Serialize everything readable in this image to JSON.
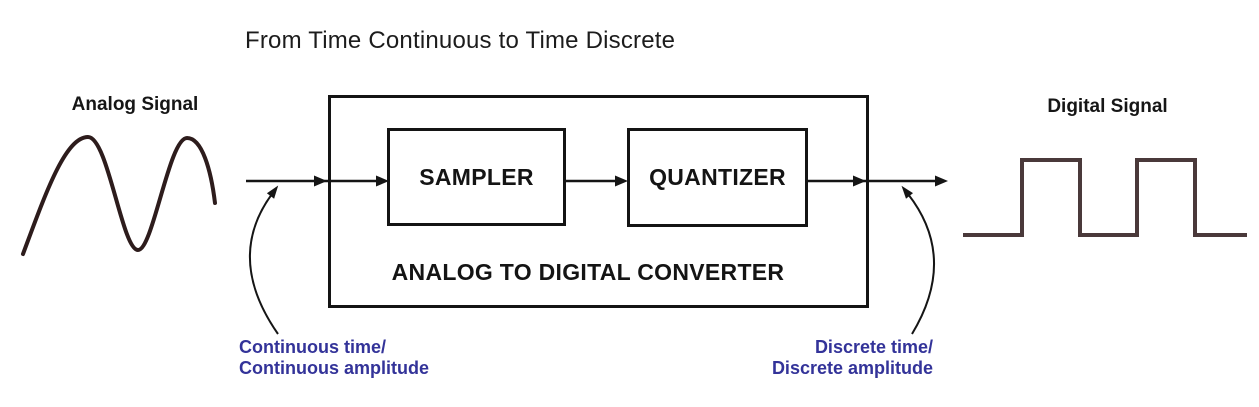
{
  "title": "From Time Continuous to Time Discrete",
  "signals": {
    "analog_label": "Analog Signal",
    "digital_label": "Digital Signal"
  },
  "converter": {
    "sampler_label": "SAMPLER",
    "quantizer_label": "QUANTIZER",
    "box_label": "ANALOG TO DIGITAL CONVERTER"
  },
  "annotations": {
    "input_line1": "Continuous time/",
    "input_line2": "Continuous amplitude",
    "output_line1": "Discrete time/",
    "output_line2": "Discrete amplitude"
  },
  "colors": {
    "line_black": "#151515",
    "annotation_blue": "#333399",
    "analog_wave": "#2d1c1c",
    "digital_wave": "#4a393a"
  }
}
